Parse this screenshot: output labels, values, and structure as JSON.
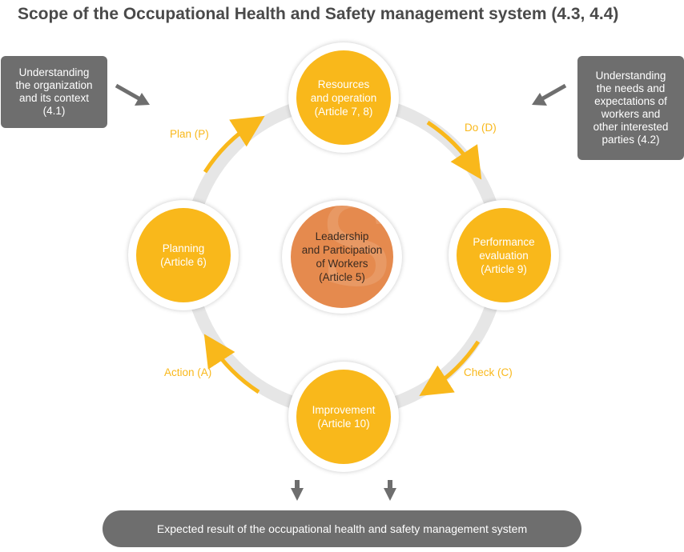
{
  "title": "Scope of the Occupational Health and Safety management system (4.3, 4.4)",
  "inputs": {
    "left": "Understanding\nthe organization\nand its context\n(4.1)",
    "right": "Understanding\nthe needs and\nexpectations of\nworkers and\nother interested\nparties (4.2)"
  },
  "nodes": {
    "top": "Resources\nand operation\n(Article 7, 8)",
    "left": "Planning\n(Article 6)",
    "right": "Performance\nevaluation\n(Article 9)",
    "bottom": "Improvement\n(Article 10)",
    "center": "Leadership\nand Participation\nof Workers\n(Article 5)"
  },
  "cycle": {
    "plan": "Plan (P)",
    "do": "Do (D)",
    "check": "Check (C)",
    "action": "Action (A)"
  },
  "result": "Expected result of the occupational health and safety management system",
  "colors": {
    "ring": "#e6e6e6",
    "node": "#f9b81b",
    "center": "#e58a4e",
    "box": "#6e6e6e",
    "arrow_gray": "#6e6e6e"
  }
}
